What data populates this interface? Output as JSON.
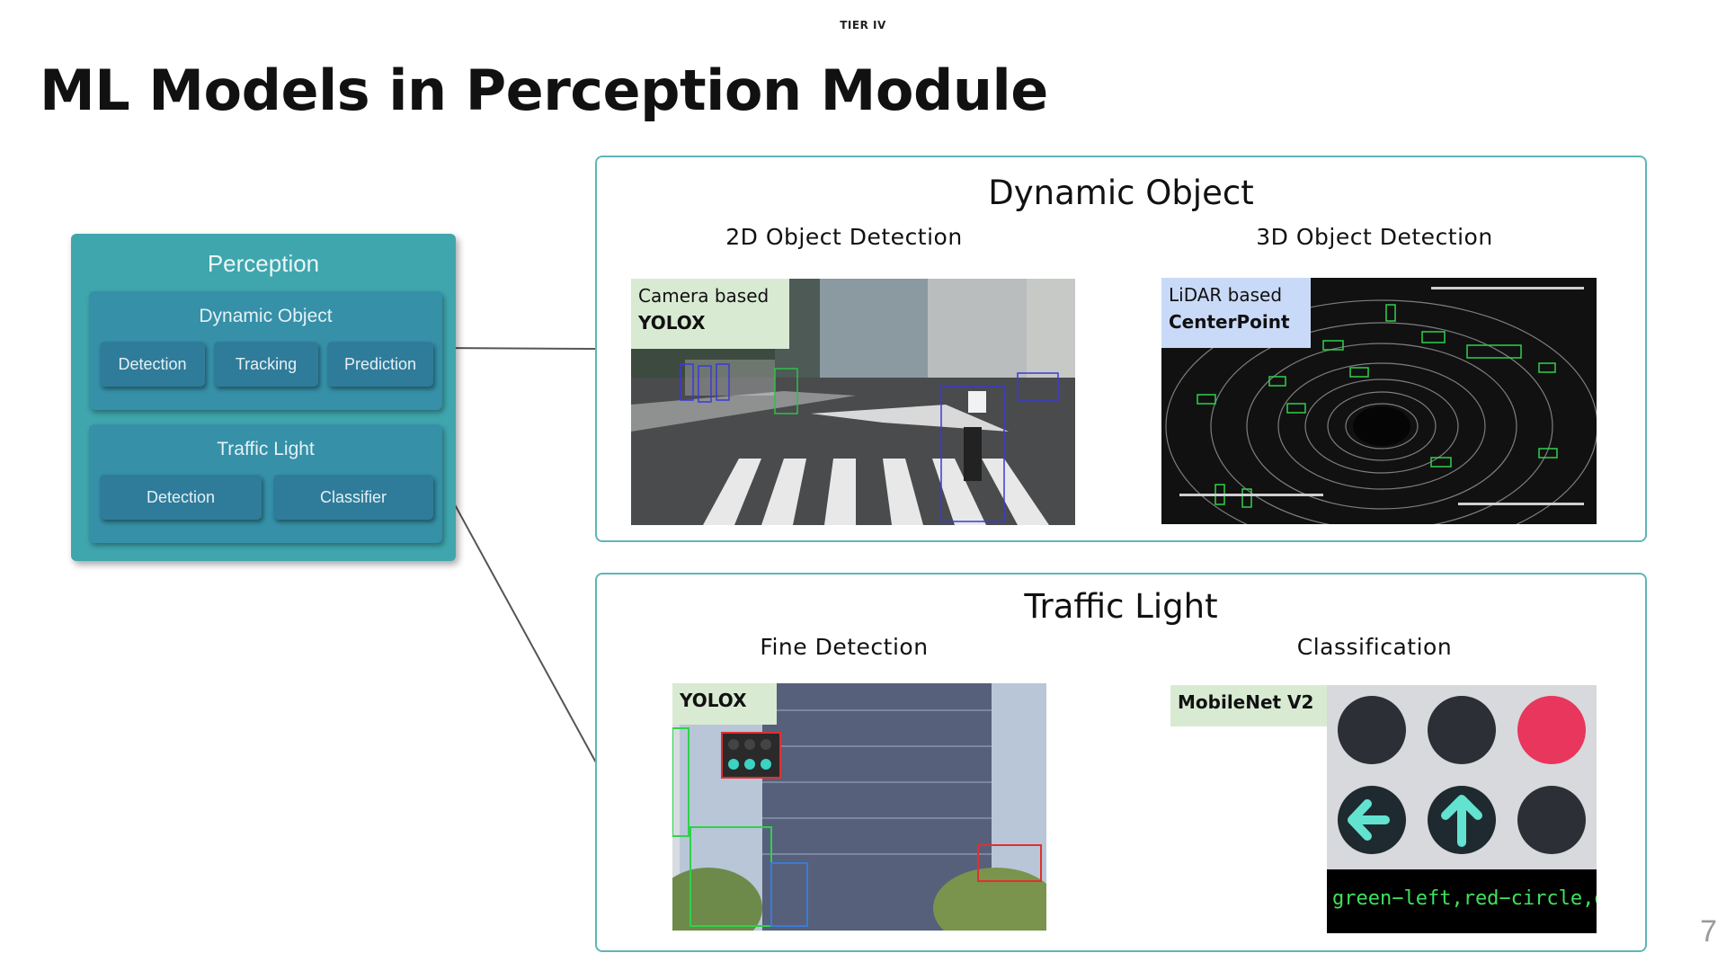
{
  "header": {
    "brand": "TIER IV"
  },
  "page": {
    "title": "ML Models in Perception Module",
    "number": "7"
  },
  "perception": {
    "title": "Perception",
    "dynamic_object": {
      "title": "Dynamic Object",
      "items": [
        "Detection",
        "Tracking",
        "Prediction"
      ]
    },
    "traffic_light": {
      "title": "Traffic Light",
      "items": [
        "Detection",
        "Classifier"
      ]
    }
  },
  "panels": {
    "dynamic": {
      "title": "Dynamic Object",
      "left": {
        "subtitle": "2D Object Detection",
        "tag_line1": "Camera based",
        "tag_line2": "YOLOX"
      },
      "right": {
        "subtitle": "3D Object Detection",
        "tag_line1": "LiDAR based",
        "tag_line2": "CenterPoint"
      }
    },
    "traffic": {
      "title": "Traffic Light",
      "left": {
        "subtitle": "Fine Detection",
        "tag": "YOLOX"
      },
      "right": {
        "subtitle": "Classification",
        "tag": "MobileNet V2",
        "banner_text": "green−left,red−circle,g"
      }
    }
  },
  "colors": {
    "teal_block": "#3fa6ad",
    "subgroup": "#3590a8",
    "chip": "#2f7c9a",
    "panel_border": "#5fb6b6",
    "camera_tag_bg": "#d9ead3",
    "lidar_tag_bg": "#c9daf8",
    "yolox_tag_bg": "#d9ead3",
    "mobilenet_tag_bg": "#d9ead3"
  }
}
